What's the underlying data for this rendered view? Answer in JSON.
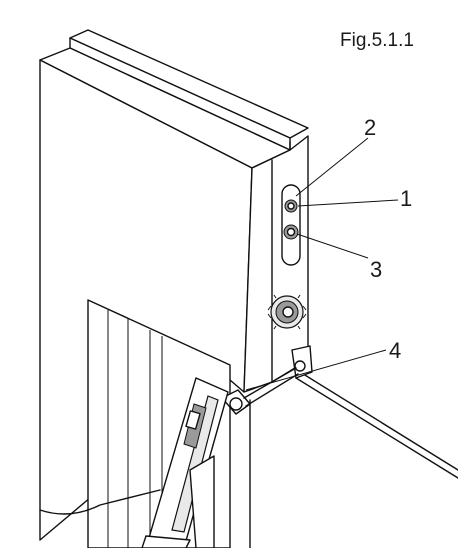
{
  "figure": {
    "title": "Fig.5.1.1",
    "callouts": [
      {
        "id": "1",
        "label": "1"
      },
      {
        "id": "2",
        "label": "2"
      },
      {
        "id": "3",
        "label": "3"
      },
      {
        "id": "4",
        "label": "4"
      }
    ]
  }
}
